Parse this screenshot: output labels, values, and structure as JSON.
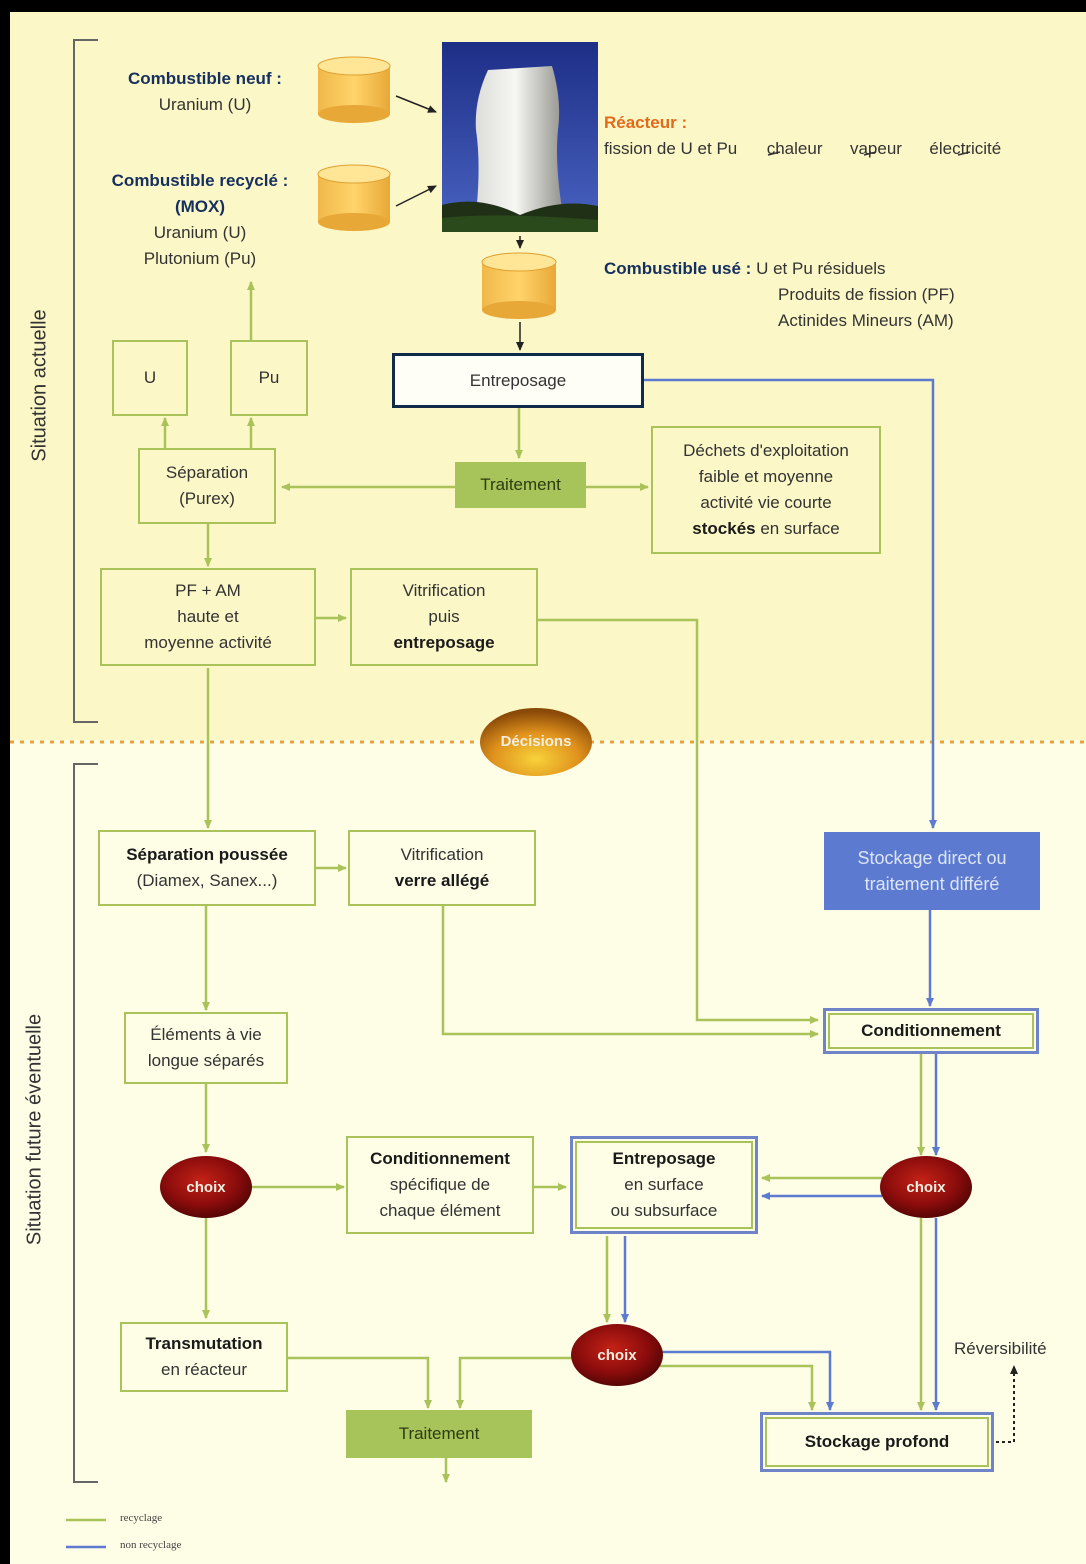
{
  "colors": {
    "recycling_line": "#aac25a",
    "non_recycling_line": "#5c7bd0",
    "navy_text": "#15305e",
    "orange_text": "#e06b1a",
    "dotted_separator": "#e8a43a"
  },
  "side_labels": {
    "current": "Situation actuelle",
    "future": "Situation future éventuelle"
  },
  "fuel": {
    "new_title": "Combustible neuf :",
    "new_detail": "Uranium (U)",
    "recycled_title": "Combustible recyclé :",
    "recycled_sub": "(MOX)",
    "recycled_line1": "Uranium (U)",
    "recycled_line2": "Plutonium (Pu)"
  },
  "reactor": {
    "title": "Réacteur :",
    "chain": [
      "fission de U et Pu",
      "chaleur",
      "vapeur",
      "électricité"
    ],
    "image": "cooling-tower-photo"
  },
  "spent_fuel": {
    "title": "Combustible usé :",
    "line1": "U et Pu résiduels",
    "line2": "Produits de fission (PF)",
    "line3": "Actinides Mineurs (AM)"
  },
  "boxes": {
    "u": "U",
    "pu": "Pu",
    "entreposage": "Entreposage",
    "separation_l1": "Séparation",
    "separation_l2": "(Purex)",
    "traitement": "Traitement",
    "dechets_l1": "Déchets d'exploitation",
    "dechets_l2": "faible et moyenne",
    "dechets_l3": "activité vie courte",
    "dechets_l4_bold": "stockés",
    "dechets_l4_rest": " en surface",
    "pfam_l1": "PF + AM",
    "pfam_l2": "haute et",
    "pfam_l3": "moyenne activité",
    "vitrif_l1": "Vitrification",
    "vitrif_l2": "puis",
    "vitrif_l3": "entreposage",
    "decisions": "Décisions",
    "sep_poussee_l1": "Séparation poussée",
    "sep_poussee_l2": "(Diamex, Sanex...)",
    "vitrif2_l1": "Vitrification",
    "vitrif2_l2": "verre allégé",
    "stockage_direct_l1": "Stockage direct ou",
    "stockage_direct_l2": "traitement différé",
    "elements_l1": "Éléments à vie",
    "elements_l2": "longue séparés",
    "conditionnement": "Conditionnement",
    "choix": "choix",
    "cond_spec_l1": "Conditionnement",
    "cond_spec_l2": "spécifique de",
    "cond_spec_l3": "chaque élément",
    "entre_surf_l1": "Entreposage",
    "entre_surf_l2": "en surface",
    "entre_surf_l3": "ou subsurface",
    "transmut_l1": "Transmutation",
    "transmut_l2": "en réacteur",
    "traitement2": "Traitement",
    "stockage_profond": "Stockage profond",
    "reversibilite": "Réversibilité"
  },
  "legend": [
    {
      "label": "recyclage",
      "color": "#aac25a"
    },
    {
      "label": "non recyclage",
      "color": "#5c7bd0"
    }
  ]
}
